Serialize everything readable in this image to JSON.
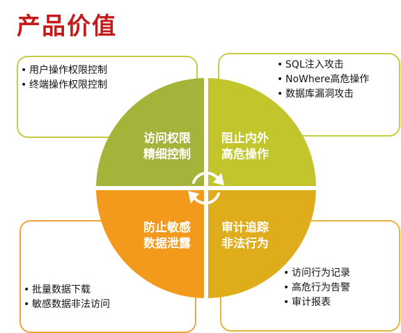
{
  "title": "产品价值",
  "quadrants": {
    "top_left": {
      "line1": "访问权限",
      "line2": "精细控制",
      "color": "#a4b43a"
    },
    "top_right": {
      "line1": "阻止内外",
      "line2": "高危操作",
      "color": "#c3c52c"
    },
    "bottom_left": {
      "line1": "防止敏感",
      "line2": "数据泄露",
      "color": "#f39a1c"
    },
    "bottom_right": {
      "line1": "审计追踪",
      "line2": "非法行为",
      "color": "#dfad1b"
    }
  },
  "boxes": {
    "top_left": {
      "border_color": "#c6cc42",
      "items": [
        "用户操作权限控制",
        "终端操作权限控制"
      ]
    },
    "top_right": {
      "border_color": "#c6cc42",
      "items": [
        "SQL注入攻击",
        "NoWhere高危操作",
        "数据库漏洞攻击"
      ]
    },
    "bottom_left": {
      "border_color": "#f0a23a",
      "items": [
        "批量数据下载",
        "敏感数据非法访问"
      ]
    },
    "bottom_right": {
      "border_color": "#e8b23c",
      "items": [
        "访问行为记录",
        "高危行为告警",
        "审计报表"
      ]
    }
  },
  "bullet": "•",
  "center_icon": "cycle-arrows-icon"
}
